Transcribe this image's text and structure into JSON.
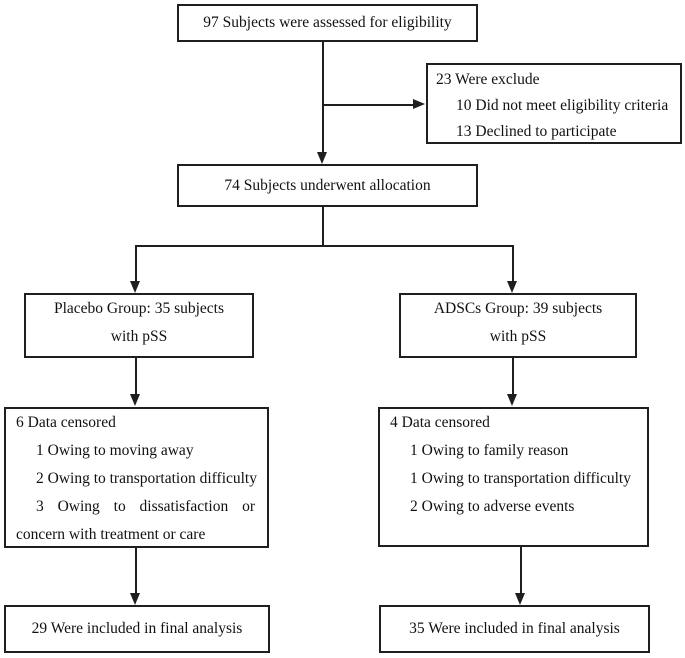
{
  "colors": {
    "line": "#1f1f1f",
    "text": "#111111",
    "background": "#ffffff"
  },
  "boxes": {
    "eligibility": {
      "text": "97 Subjects were assessed for eligibility"
    },
    "excluded": {
      "title": "23 Were exclude",
      "items": [
        "10 Did not meet eligibility criteria",
        "13 Declined to participate"
      ]
    },
    "allocation": {
      "text": "74 Subjects underwent allocation"
    },
    "placebo_group": {
      "lines": [
        "Placebo Group: 35 subjects",
        "with pSS"
      ]
    },
    "adscs_group": {
      "lines": [
        "ADSCs Group: 39 subjects",
        "with pSS"
      ]
    },
    "placebo_censored": {
      "title": "6 Data censored",
      "items": [
        "1 Owing to moving away",
        "2 Owing to transportation difficulty",
        "3 Owing to dissatisfaction or concern with treatment or care"
      ]
    },
    "adscs_censored": {
      "title": "4 Data censored",
      "items": [
        "1 Owing to family reason",
        "1 Owing to transportation difficulty",
        "2 Owing to adverse events"
      ]
    },
    "placebo_final": {
      "text": "29 Were included in final analysis"
    },
    "adscs_final": {
      "text": "35 Were included in final analysis"
    }
  }
}
